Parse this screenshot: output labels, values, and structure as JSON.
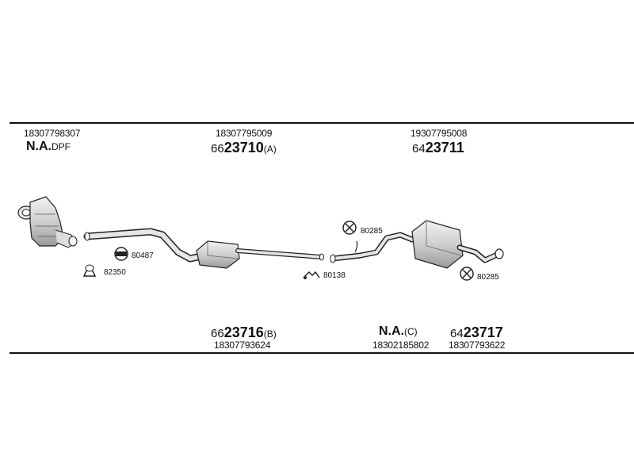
{
  "top_labels": {
    "col1_code": "18307798307",
    "col1_na": "N.A.",
    "col1_na_suffix": "DPF",
    "col2_code": "18307795009",
    "col2_prefix": "66",
    "col2_num": "23710",
    "col2_suffix": "(A)",
    "col3_code": "19307795008",
    "col3_prefix": "64",
    "col3_num": "23711"
  },
  "bottom_labels": {
    "col1_prefix": "66",
    "col1_num": "23716",
    "col1_suffix": "(B)",
    "col1_code": "18307793624",
    "col2_na": "N.A.",
    "col2_na_suffix": "(C)",
    "col2_code": "18302185802",
    "col3_prefix": "64",
    "col3_num": "23717",
    "col3_code": "18307793622"
  },
  "part_labels": {
    "clamp_80487": "80487",
    "clamp_82350": "82350",
    "hanger_80138": "80138",
    "rubber_80285_top": "80285",
    "rubber_80285_right": "80285"
  }
}
